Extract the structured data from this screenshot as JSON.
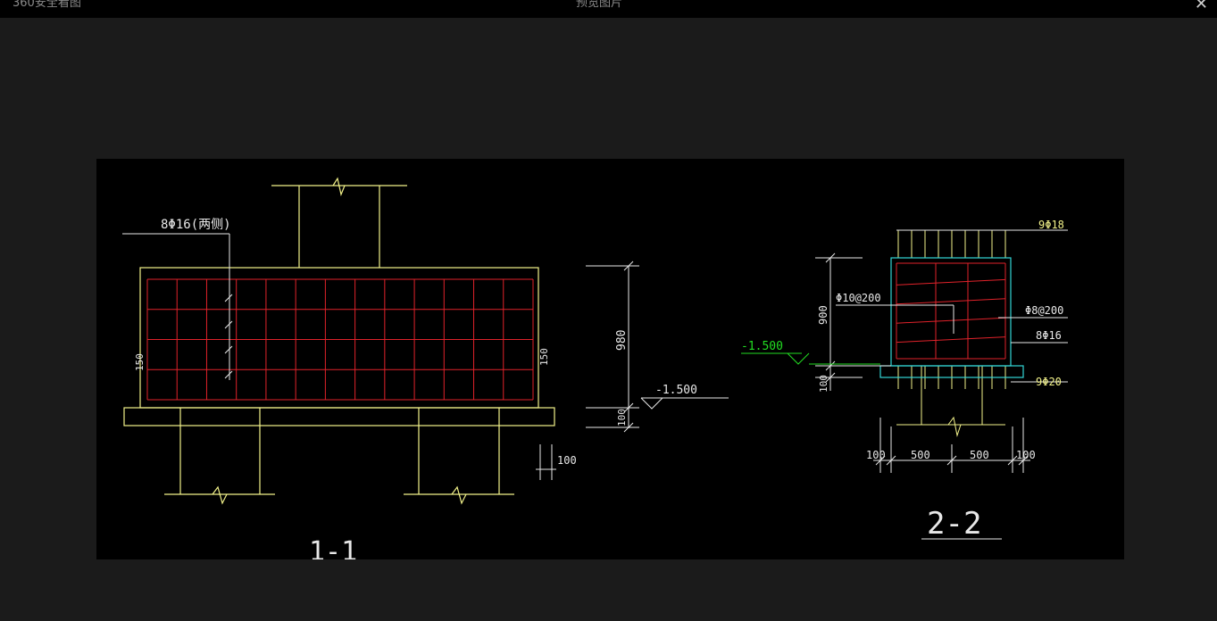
{
  "window": {
    "left_label": "360安全看图",
    "center_label": "预览图片",
    "close_glyph": "✕"
  },
  "drawing": {
    "section_1": {
      "title": "1-1",
      "rebar_label": "8Φ16(两侧)",
      "dim_height": "980",
      "dim_bottom": "100",
      "dim_pile": "100",
      "side_dim_left": "150",
      "side_dim_right": "150",
      "elevation": "-1.500"
    },
    "section_2": {
      "title": "2-2",
      "top_rebar": "9Φ18",
      "stirrup_left": "Φ10@200",
      "stirrup_right": "Φ8@200",
      "side_rebar": "8Φ16",
      "bottom_rebar": "9Φ20",
      "dim_height": "900",
      "dim_bottom": "100",
      "elevation": "-1.500",
      "dim_w1": "100",
      "dim_w2": "500",
      "dim_w3": "500",
      "dim_w4": "100"
    }
  },
  "colors": {
    "outline": "#f2f28a",
    "rebar": "#e0222a",
    "dim": "#e8e8e8",
    "elevation": "#22dd22",
    "cyan": "#33d6d6"
  }
}
